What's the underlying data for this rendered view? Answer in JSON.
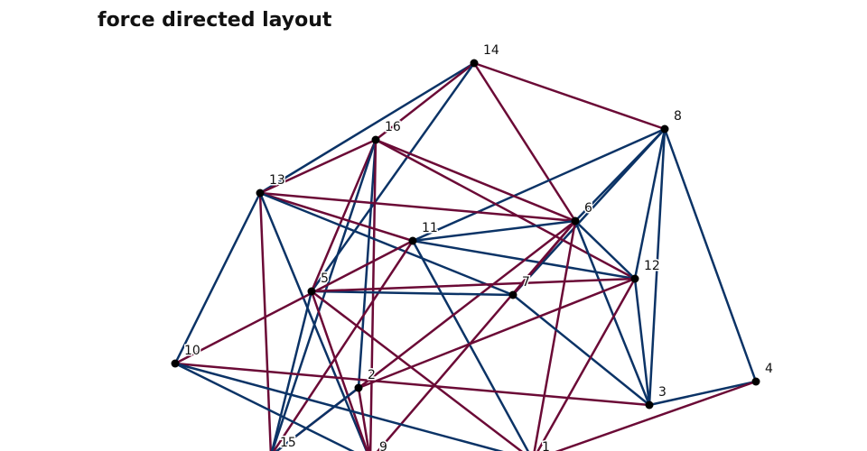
{
  "title": "force directed layout",
  "colors": {
    "edge_blue": "#0b3366",
    "edge_red": "#6b0a36",
    "node": "#000000",
    "label_halo": "#ffffff"
  },
  "graph": {
    "nodes": [
      "1",
      "2",
      "3",
      "4",
      "5",
      "6",
      "7",
      "8",
      "9",
      "10",
      "11",
      "12",
      "13",
      "14",
      "15",
      "16"
    ],
    "edges": [
      {
        "source": "14",
        "target": "8",
        "color": "red"
      },
      {
        "source": "14",
        "target": "13",
        "color": "blue"
      },
      {
        "source": "14",
        "target": "16",
        "color": "red"
      },
      {
        "source": "14",
        "target": "5",
        "color": "blue"
      },
      {
        "source": "14",
        "target": "6",
        "color": "red"
      },
      {
        "source": "8",
        "target": "11",
        "color": "blue"
      },
      {
        "source": "8",
        "target": "6",
        "color": "blue"
      },
      {
        "source": "8",
        "target": "7",
        "color": "blue"
      },
      {
        "source": "8",
        "target": "12",
        "color": "blue"
      },
      {
        "source": "8",
        "target": "3",
        "color": "blue"
      },
      {
        "source": "8",
        "target": "4",
        "color": "blue"
      },
      {
        "source": "16",
        "target": "13",
        "color": "red"
      },
      {
        "source": "16",
        "target": "6",
        "color": "red"
      },
      {
        "source": "16",
        "target": "12",
        "color": "red"
      },
      {
        "source": "16",
        "target": "5",
        "color": "red"
      },
      {
        "source": "16",
        "target": "2",
        "color": "blue"
      },
      {
        "source": "16",
        "target": "15",
        "color": "blue"
      },
      {
        "source": "16",
        "target": "9",
        "color": "red"
      },
      {
        "source": "13",
        "target": "6",
        "color": "red"
      },
      {
        "source": "13",
        "target": "11",
        "color": "red"
      },
      {
        "source": "13",
        "target": "7",
        "color": "blue"
      },
      {
        "source": "13",
        "target": "10",
        "color": "blue"
      },
      {
        "source": "13",
        "target": "15",
        "color": "red"
      },
      {
        "source": "13",
        "target": "9",
        "color": "blue"
      },
      {
        "source": "11",
        "target": "6",
        "color": "blue"
      },
      {
        "source": "11",
        "target": "12",
        "color": "blue"
      },
      {
        "source": "11",
        "target": "10",
        "color": "red"
      },
      {
        "source": "11",
        "target": "1",
        "color": "blue"
      },
      {
        "source": "11",
        "target": "15",
        "color": "red"
      },
      {
        "source": "6",
        "target": "7",
        "color": "red"
      },
      {
        "source": "6",
        "target": "12",
        "color": "blue"
      },
      {
        "source": "6",
        "target": "3",
        "color": "blue"
      },
      {
        "source": "6",
        "target": "15",
        "color": "red"
      },
      {
        "source": "6",
        "target": "1",
        "color": "red"
      },
      {
        "source": "6",
        "target": "9",
        "color": "red"
      },
      {
        "source": "5",
        "target": "7",
        "color": "blue"
      },
      {
        "source": "5",
        "target": "12",
        "color": "red"
      },
      {
        "source": "5",
        "target": "9",
        "color": "red"
      },
      {
        "source": "5",
        "target": "1",
        "color": "red"
      },
      {
        "source": "5",
        "target": "15",
        "color": "blue"
      },
      {
        "source": "7",
        "target": "3",
        "color": "blue"
      },
      {
        "source": "12",
        "target": "3",
        "color": "blue"
      },
      {
        "source": "12",
        "target": "2",
        "color": "red"
      },
      {
        "source": "12",
        "target": "1",
        "color": "red"
      },
      {
        "source": "10",
        "target": "3",
        "color": "red"
      },
      {
        "source": "10",
        "target": "9",
        "color": "blue"
      },
      {
        "source": "10",
        "target": "1",
        "color": "blue"
      },
      {
        "source": "2",
        "target": "9",
        "color": "red"
      },
      {
        "source": "2",
        "target": "15",
        "color": "blue"
      },
      {
        "source": "3",
        "target": "4",
        "color": "blue"
      },
      {
        "source": "4",
        "target": "1",
        "color": "red"
      }
    ]
  }
}
